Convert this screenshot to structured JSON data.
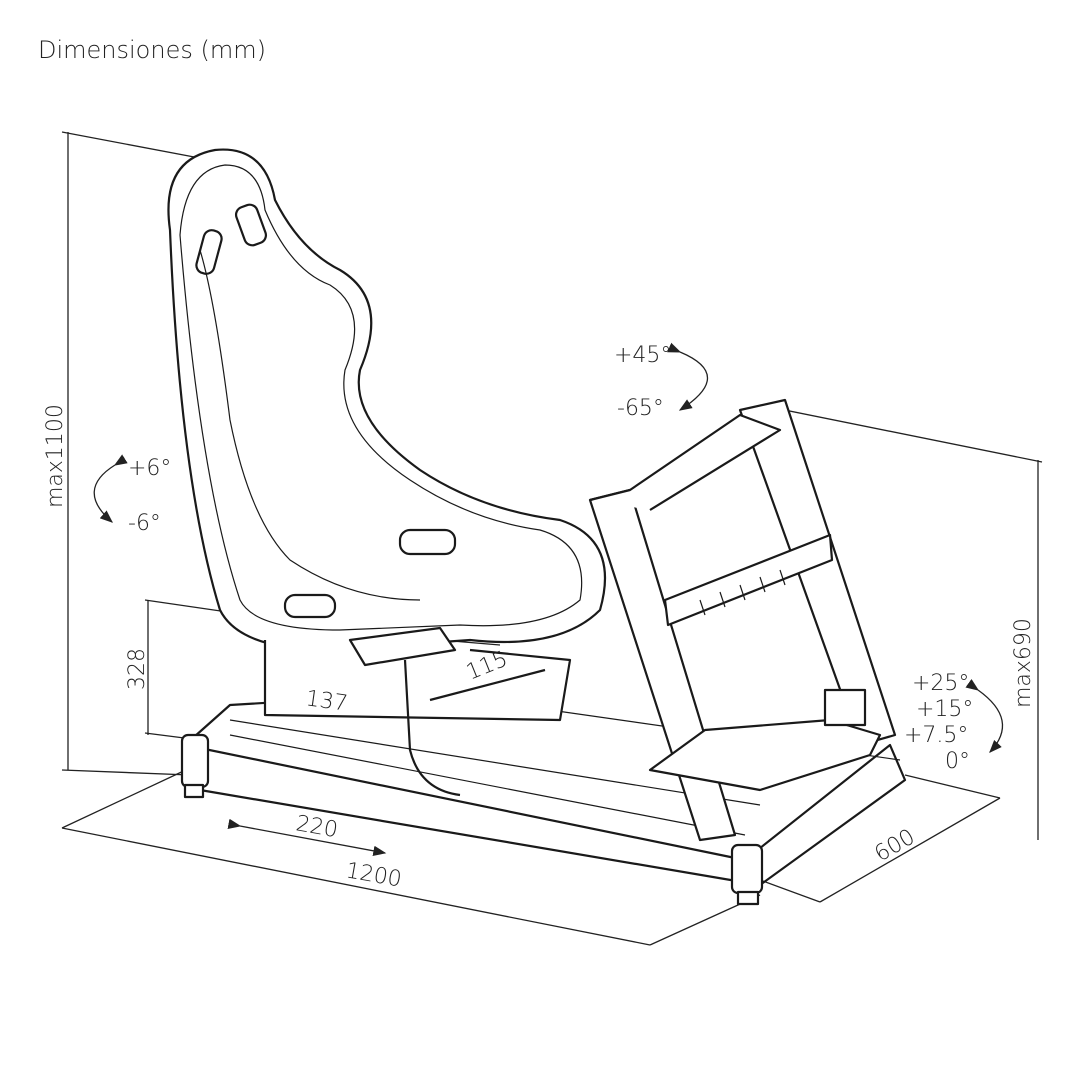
{
  "title": "Dimensiones (mm)",
  "dimensions": {
    "total_height": "max1100",
    "wheel_height": "max690",
    "seat_height": "328",
    "seat_slider_depth": "137",
    "seat_slider_width": "115",
    "seat_travel": "220",
    "length": "1200",
    "width": "600"
  },
  "angles": {
    "seat_tilt": [
      "+6°",
      "-6°"
    ],
    "wheel_tilt": [
      "+45°",
      "-65°"
    ],
    "pedal_tilt": [
      "+25°",
      "+15°",
      "+7.5°",
      "0°"
    ]
  }
}
